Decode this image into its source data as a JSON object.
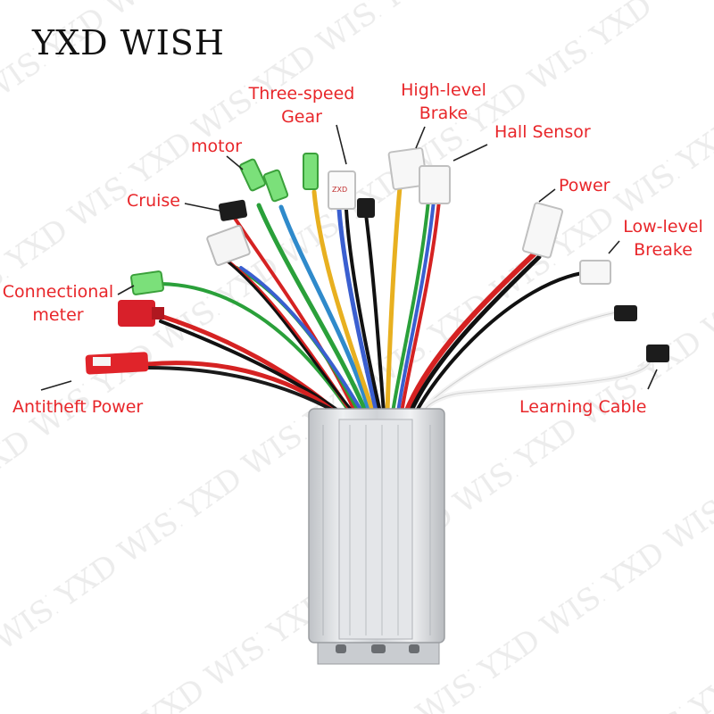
{
  "brand": "YXD WISH",
  "label_color": "#e8262a",
  "labels": {
    "three_speed_gear": [
      "Three-speed",
      "Gear"
    ],
    "high_level_brake": [
      "High-level",
      "Brake"
    ],
    "hall_sensor": "Hall Sensor",
    "motor": "motor",
    "cruise": "Cruise",
    "power": "Power",
    "low_level_brake": [
      "Low-level",
      "Breake"
    ],
    "connectional_meter": [
      "Connectional",
      "meter"
    ],
    "antitheft_power": "Antitheft Power",
    "learning_cable": "Learning Cable"
  }
}
